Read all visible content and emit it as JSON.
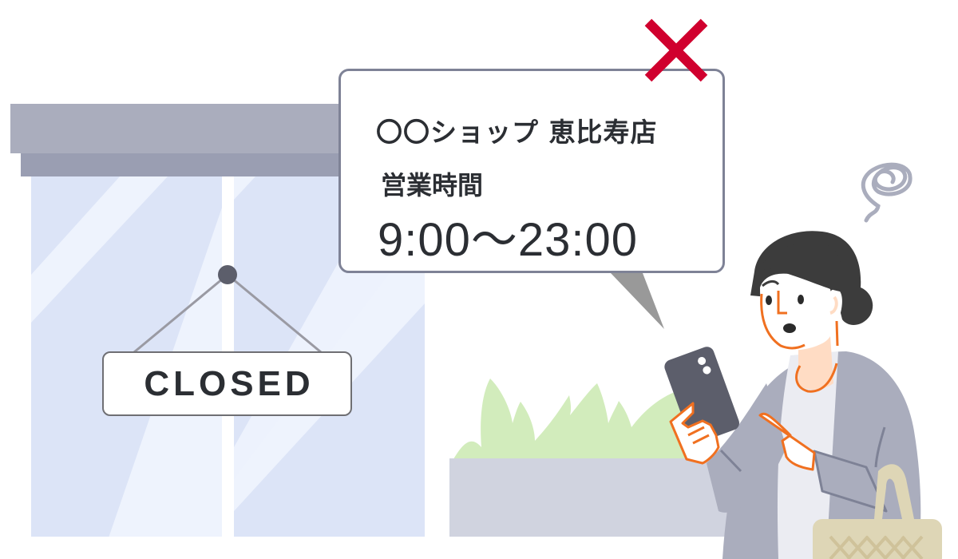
{
  "illustration": {
    "description": "Woman looking at phone confused in front of a closed shop whose listed hours say it should be open",
    "sign": {
      "label": "CLOSED"
    },
    "speech_bubble": {
      "shop_name": "〇〇ショップ 恵比寿店",
      "hours_label": "営業時間",
      "hours_value": "9:00〜23:00",
      "error_mark": "cross-icon"
    },
    "confusion_icon": "scribble-icon"
  },
  "colors": {
    "awning_top": "#aaadbd",
    "awning_bottom": "#9a9eb2",
    "glass": "#dce4f7",
    "glass_highlight": "#eef3fd",
    "bubble_border": "#7e8296",
    "bubble_tail": "#999999",
    "error_red": "#d0002e",
    "text_dark": "#2b2e33",
    "planter": "#d0d3df",
    "grass": "#d2ecbc",
    "hair": "#3c3c3c",
    "skin_line": "#f07020",
    "skin": "#ffdcc4",
    "cardigan": "#aaadbd",
    "cardigan_line": "#7e8296",
    "shirt": "#ebecf2",
    "phone": "#5c5e6b",
    "basket": "#ded6b6",
    "basket_weave": "#cfc29a",
    "scribble": "#aaadbd"
  }
}
